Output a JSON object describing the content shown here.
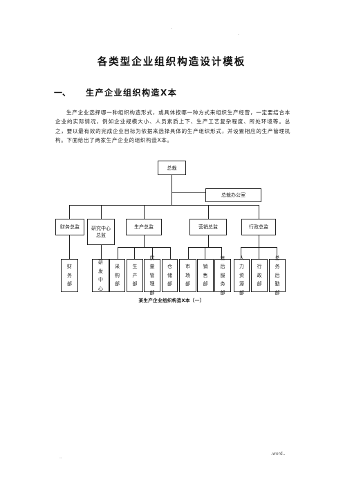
{
  "doc": {
    "title": "各类型企业组织构造设计模板",
    "section_number": "一、",
    "section_title": "生产企业组织构造X本",
    "paragraph": "生产企业选择哪一种组织构造形式，或具体按哪一种方式来组织生产经营，一定要结合本企业的实际情况，例如企业规模大小、人员素质上下、生产工艺复杂程度、所处环境等。总之，要以最有效的完成企业目标为依据来选择具体的生产组织形式，并设置相应的生产管理机构。下面给出了两家生产企业的组织构造X本。",
    "caption": "某生产企业组织构造X本〔一〕",
    "footer_left": "..",
    "footer_right": ".word..",
    "header_dots": [
      ".",
      "."
    ]
  },
  "org": {
    "root": "总裁",
    "office": "总裁办公室",
    "level2": {
      "finance": "财务总监",
      "rnd": "研究中心总监",
      "production": "生产总监",
      "marketing": "营销总监",
      "admin": "行政总监"
    },
    "depts": {
      "finance_dept": "财务部",
      "rnd_center": "研发中心",
      "purchase": "采购部",
      "produce": "生产部",
      "quality": "质量管理部",
      "warehouse": "仓储部",
      "market": "市场部",
      "sales": "销售部",
      "aftersales": "售后服务部",
      "hr": "人力资源部",
      "admin_dept": "行政部",
      "logistics": "总务后勤部"
    }
  }
}
